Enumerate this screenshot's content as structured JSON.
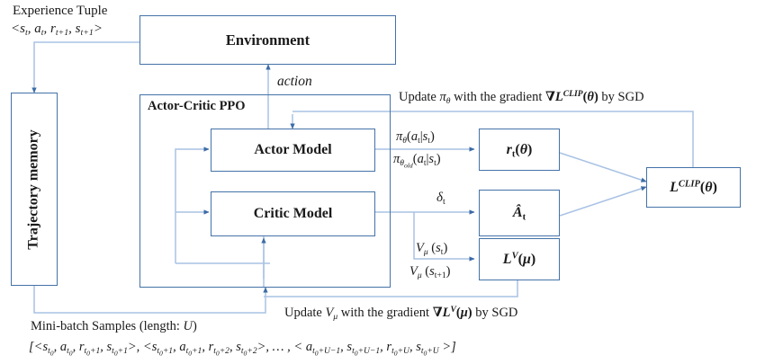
{
  "diagram": {
    "title": "Actor-Critic PPO training flow",
    "colors": {
      "box_border": "#4472A8",
      "wire": "#A9C2E4",
      "arrow_head": "#3B6BA5",
      "text": "#1a1a1a",
      "background": "#ffffff"
    }
  },
  "labels": {
    "experience_tuple_title": "Experience Tuple",
    "experience_tuple_value": "<s_t, a_t, r_{t+1}, s_{t+1}>",
    "action": "action",
    "update_policy": "Update πθ with the gradient ∇L^CLIP(θ) by SGD",
    "update_value": "Update Vμ with the gradient ∇L^V(μ) by SGD",
    "minibatch_title": "Mini-batch Samples (length: U)",
    "minibatch_value": "[<s_{t0}, a_{t0}, r_{t0+1}, s_{t0+1}>, <s_{t0+1}, a_{t0+1}, r_{t0+2}, s_{t0+2}>, … , < a_{t0+U-1}, s_{t0+U-1}, r_{t0+U}, s_{t0+U} >]",
    "pi_theta": "πθ(a_t|s_t)",
    "pi_theta_old": "πθold(a_t|s_t)",
    "delta_t": "δ_t",
    "v_mu_st": "Vμ (s_t)",
    "v_mu_st1": "Vμ (s_{t+1})"
  },
  "boxes": {
    "environment": "Environment",
    "ppo_container": "Actor-Critic PPO",
    "trajectory_memory": "Trajectory memory",
    "actor_model": "Actor Model",
    "critic_model": "Critic Model",
    "r_t_theta": "r_t(θ)",
    "a_hat_t": "Â_t",
    "l_v_mu": "L^V(μ)",
    "l_clip_theta": "L^CLIP(θ)"
  }
}
